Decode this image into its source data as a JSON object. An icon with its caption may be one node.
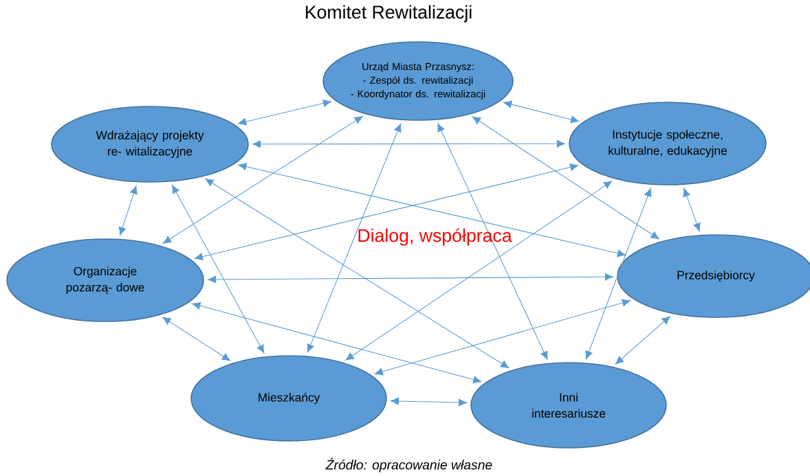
{
  "diagram": {
    "title": "Komitet Rewitalizacji",
    "caption": "Źródło: opracowanie własne",
    "nodes": [
      {
        "text": [
          "Urząd Miasta Przasnysz:",
          "- Zespół ds. rewitalizacji",
          "- Koordynator ds. rewitalizacji"
        ]
      },
      {
        "text": [
          "Wdrażający projekty re- witalizacyjne"
        ]
      },
      {
        "text": [
          "Instytucje społeczne, kulturalne, edukacyjne"
        ]
      },
      {
        "text": [
          "Organizacje pozarzą- dowe"
        ]
      },
      {
        "text": [
          "Przedsiębiorcy"
        ]
      },
      {
        "text": [
          "Mieszkańcy"
        ]
      },
      {
        "text": [
          "Inni interesariusze"
        ]
      }
    ],
    "edges": [
      {
        "from": 0,
        "to": 1,
        "arrow": "both"
      },
      {
        "from": 0,
        "to": 2,
        "arrow": "both"
      },
      {
        "from": 1,
        "to": 3,
        "arrow": "both"
      },
      {
        "from": 2,
        "to": 4,
        "arrow": "both"
      },
      {
        "from": 3,
        "to": 5,
        "arrow": "both"
      },
      {
        "from": 4,
        "to": 6,
        "arrow": "both"
      },
      {
        "from": 5,
        "to": 6,
        "arrow": "both"
      },
      {
        "from": 0,
        "to": 3,
        "arrow": "both"
      },
      {
        "from": 0,
        "to": 4,
        "arrow": "both"
      },
      {
        "from": 0,
        "to": 5,
        "arrow": "both"
      },
      {
        "from": 0,
        "to": 6,
        "arrow": "both"
      },
      {
        "from": 1,
        "to": 2,
        "arrow": "both"
      },
      {
        "from": 1,
        "to": 4,
        "arrow": "both"
      },
      {
        "from": 1,
        "to": 5,
        "arrow": "both"
      },
      {
        "from": 1,
        "to": 6,
        "arrow": "both"
      },
      {
        "from": 2,
        "to": 3,
        "arrow": "both"
      },
      {
        "from": 2,
        "to": 5,
        "arrow": "both"
      },
      {
        "from": 2,
        "to": 6,
        "arrow": "both"
      },
      {
        "from": 3,
        "to": 4,
        "arrow": "both"
      },
      {
        "from": 3,
        "to": 6,
        "arrow": "both"
      },
      {
        "from": 4,
        "to": 5,
        "arrow": "both"
      }
    ],
    "labels": [
      "Dialog, współpraca"
    ]
  }
}
